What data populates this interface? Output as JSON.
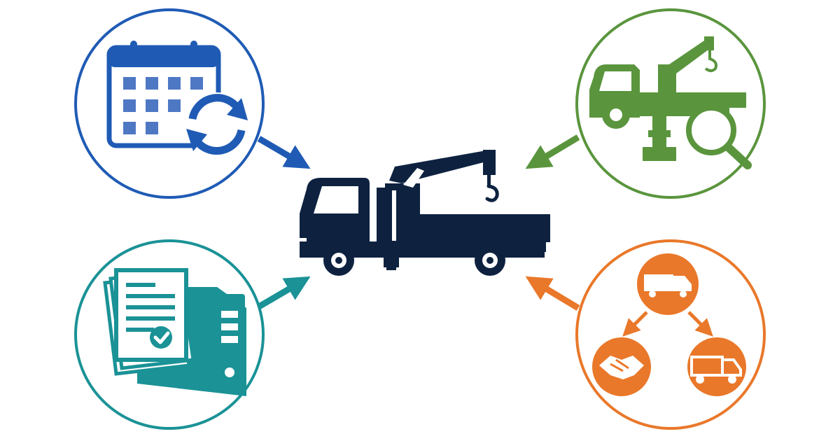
{
  "diagram": {
    "background": "#ffffff",
    "center": {
      "name": "crane-truck",
      "icon": "crane-truck-icon",
      "color": "#0e2240"
    },
    "satellites": [
      {
        "key": "scheduling",
        "position": "top-left",
        "icon": "calendar-refresh-icon",
        "color": "#1f5bb5",
        "light_color": "#4f78c4"
      },
      {
        "key": "inspection",
        "position": "top-right",
        "icon": "crane-truck-inspection-icon",
        "color": "#5a953d",
        "light_color": "#8cbf6e"
      },
      {
        "key": "documentation",
        "position": "bottom-left",
        "icon": "document-binder-check-icon",
        "color": "#1a9296",
        "light_color": "#6cc0c2"
      },
      {
        "key": "dispatch",
        "position": "bottom-right",
        "icon": "truck-handshake-network-icon",
        "color": "#e9782a",
        "light_color": "#f3a262"
      }
    ]
  }
}
